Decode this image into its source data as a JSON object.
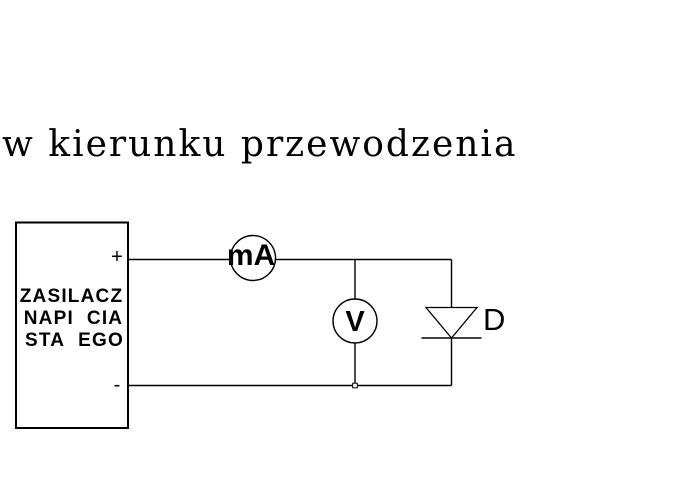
{
  "title": "w kierunku przewodzenia",
  "colors": {
    "ink": "#000000",
    "background": "#ffffff"
  },
  "circuit": {
    "power_supply": {
      "line1": "ZASILACZ",
      "line2": "NAPI  CIA",
      "line3": "STA  EGO",
      "plus": "+",
      "minus": "-"
    },
    "milliammeter": {
      "label": "mA"
    },
    "voltmeter": {
      "label": "V"
    },
    "diode": {
      "label": "D"
    }
  }
}
